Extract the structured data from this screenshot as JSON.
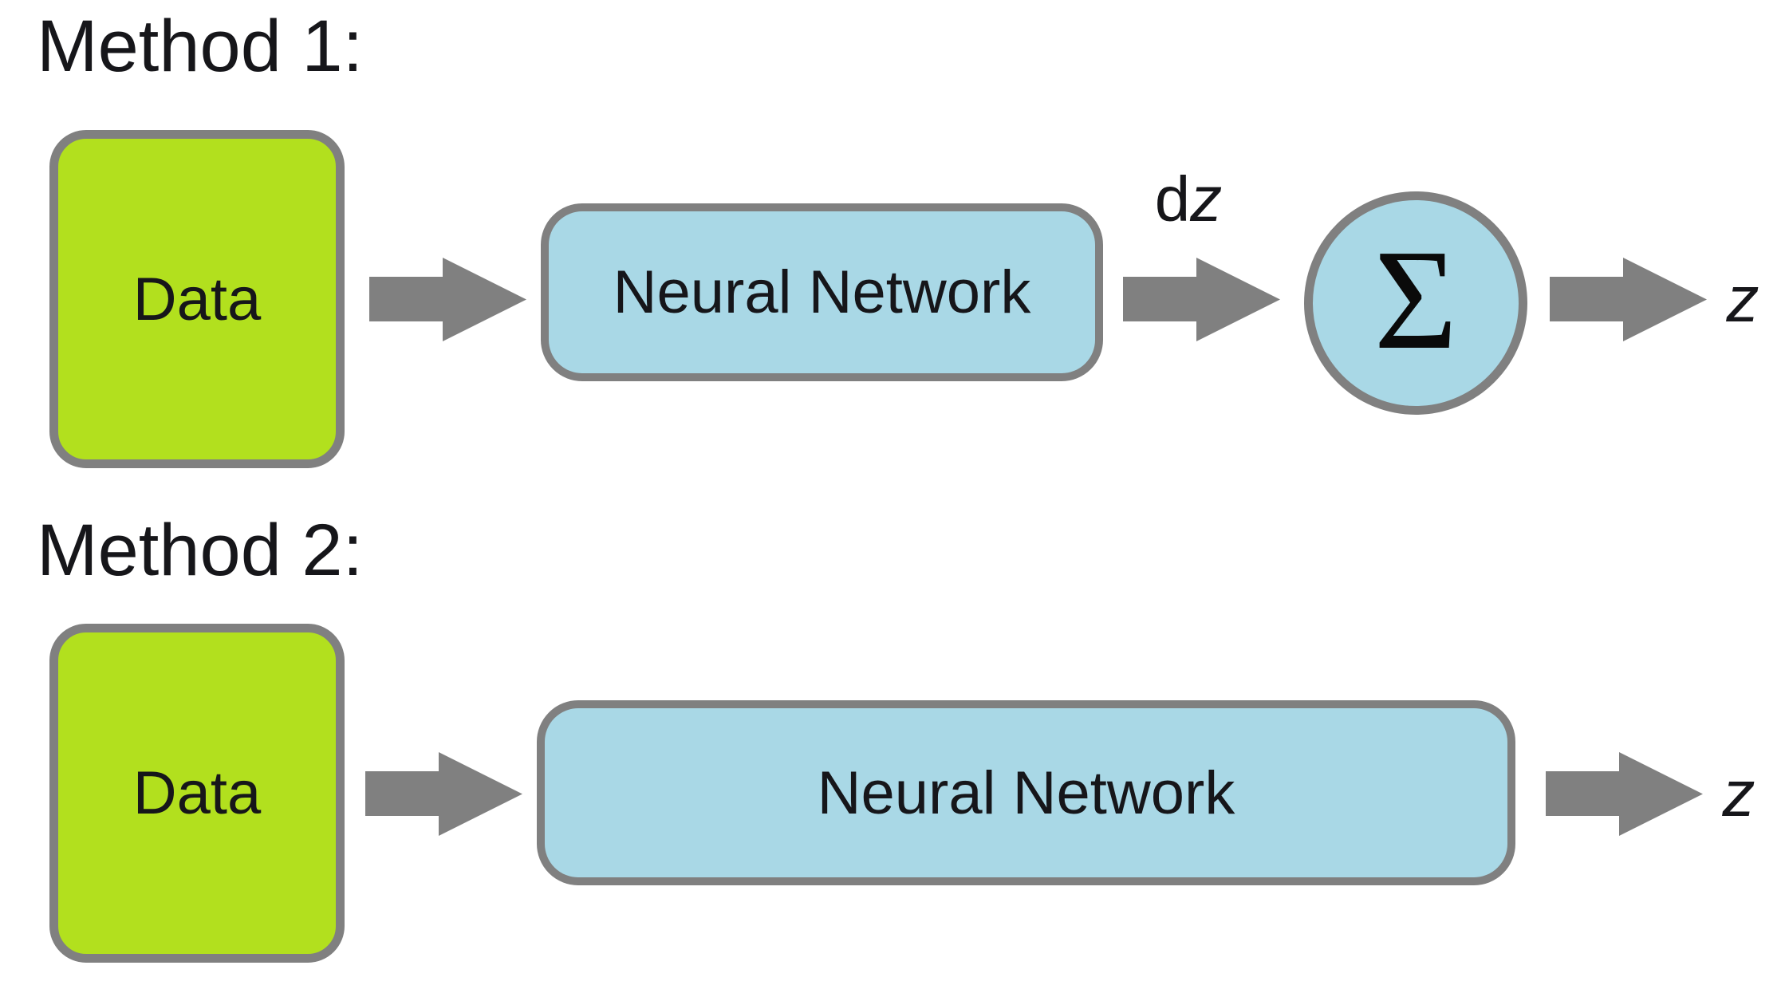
{
  "colors": {
    "green": "#b2e01e",
    "blue": "#a9d8e6",
    "gray": "#808080",
    "text": "#16161a"
  },
  "method1": {
    "title": "Method 1:",
    "data_label": "Data",
    "nn_label": "Neural Network",
    "arrow_label": {
      "d": "d",
      "z": "z"
    },
    "sum_symbol": "Σ",
    "output_label": "z"
  },
  "method2": {
    "title": "Method 2:",
    "data_label": "Data",
    "nn_label": "Neural Network",
    "output_label": "z"
  }
}
